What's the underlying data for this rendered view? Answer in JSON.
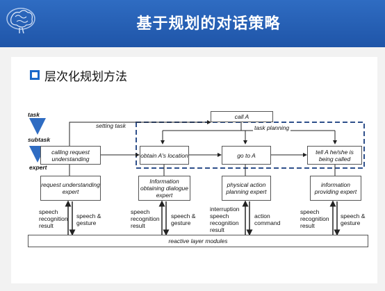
{
  "slide": {
    "title": "基于规划的对话策略",
    "subtitle": "层次化规划方法"
  },
  "diagram": {
    "levels": {
      "task": "task",
      "subtask": "subtask",
      "expert": "expert"
    },
    "task_box": "call A",
    "setting_task": "setting task",
    "task_planning": "task planning",
    "calling_request": "calling request understanding",
    "subtasks": [
      "obtain A's location",
      "go to A",
      "tell A he/she is being called"
    ],
    "experts": [
      "request understanding expert",
      "Information obtaining dialogue expert",
      "physical action planning expert",
      "information providing expert"
    ],
    "signals": [
      {
        "up": "speech recognition result",
        "down": "speech & gesture"
      },
      {
        "up": "speech recognition result",
        "down": "speech & gesture"
      },
      {
        "up": "interruption speech recognition result",
        "down": "action command"
      },
      {
        "up": "speech recognition result",
        "down": "speech & gesture"
      }
    ],
    "bottom_bar": "reactive layer modules"
  },
  "colors": {
    "header": "#1f55a8",
    "bullet": "#1a68c9",
    "level_arrow": "#2f6cc2",
    "dashed_box": "#2e4f8a"
  }
}
